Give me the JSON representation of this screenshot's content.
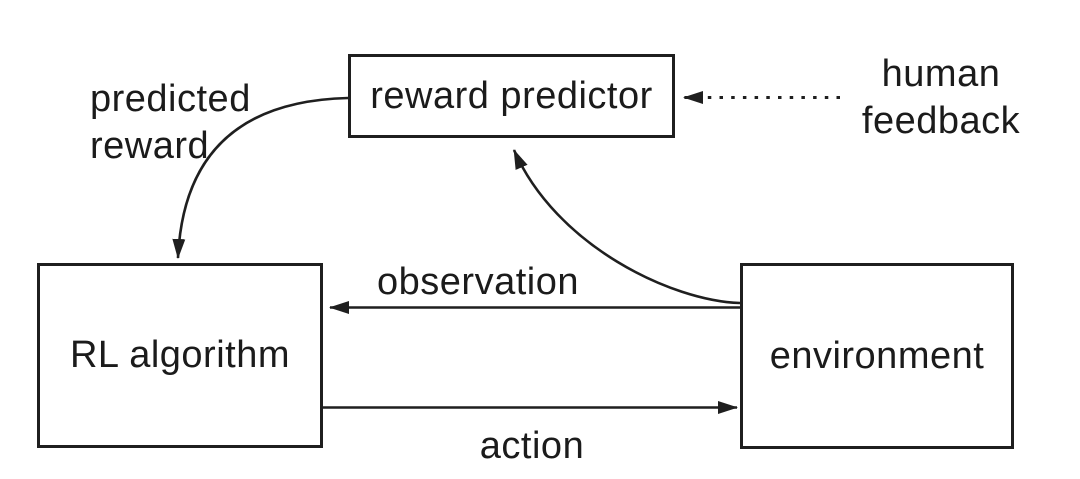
{
  "diagram": {
    "type": "flow-diagram",
    "topic": "reinforcement learning from human feedback loop",
    "nodes": {
      "reward_predictor": {
        "label": "reward predictor"
      },
      "rl_algorithm": {
        "label": "RL algorithm"
      },
      "environment": {
        "label": "environment"
      }
    },
    "labels": {
      "predicted_reward": "predicted\nreward",
      "human_feedback": "human\nfeedback",
      "observation": "observation",
      "action": "action"
    },
    "edges": [
      {
        "from": "reward_predictor",
        "to": "rl_algorithm",
        "label": "predicted reward",
        "style": "solid-curved"
      },
      {
        "from": "human_feedback",
        "to": "reward_predictor",
        "label": "human feedback",
        "style": "dotted"
      },
      {
        "from": "environment",
        "to": "reward_predictor",
        "label": "",
        "style": "solid-curved"
      },
      {
        "from": "environment",
        "to": "rl_algorithm",
        "label": "observation",
        "style": "solid"
      },
      {
        "from": "rl_algorithm",
        "to": "environment",
        "label": "action",
        "style": "solid"
      }
    ],
    "colors": {
      "background": "#ffffff",
      "stroke": "#1f1f1f",
      "text": "#1b1b1b"
    }
  }
}
